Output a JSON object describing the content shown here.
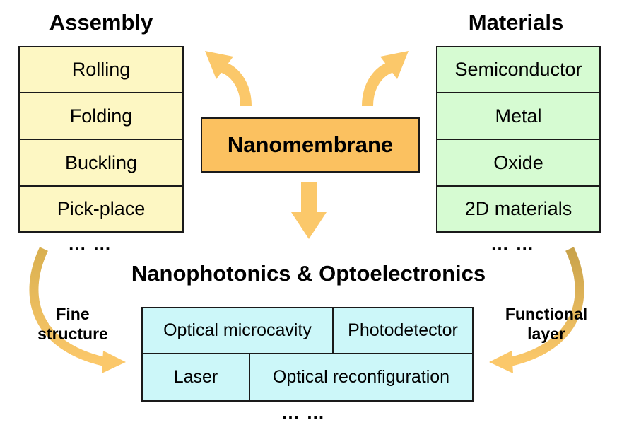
{
  "assembly": {
    "title": "Assembly",
    "items": [
      "Rolling",
      "Folding",
      "Buckling",
      "Pick-place"
    ],
    "ellipsis": "… …"
  },
  "materials": {
    "title": "Materials",
    "items": [
      "Semiconductor",
      "Metal",
      "Oxide",
      "2D materials"
    ],
    "ellipsis": "… …"
  },
  "center": {
    "label": "Nanomembrane"
  },
  "applications": {
    "title": "Nanophotonics & Optoelectronics",
    "row1": [
      "Optical microcavity",
      "Photodetector"
    ],
    "row2": [
      "Laser",
      "Optical reconfiguration"
    ],
    "ellipsis": "… …"
  },
  "side_labels": {
    "left": [
      "Fine",
      "structure"
    ],
    "right": [
      "Functional",
      "layer"
    ]
  },
  "colors": {
    "arrow": "#fbc86a",
    "assembly_fill": "#fdf7c3",
    "materials_fill": "#d6fbd2",
    "center_fill": "#fbc160",
    "applications_fill": "#ccf7f9"
  }
}
